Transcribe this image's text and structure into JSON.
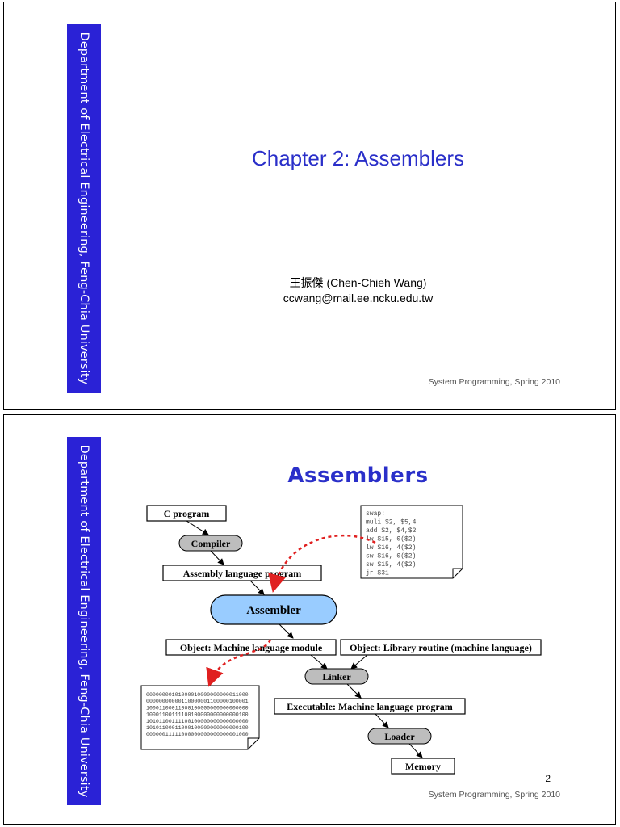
{
  "sidebar_text": "Department of Electrical Engineering, Feng-Chia University",
  "footer": "System Programming, Spring 2010",
  "slide1": {
    "title": "Chapter 2: Assemblers",
    "author": "王振傑 (Chen-Chieh Wang)",
    "email": "ccwang@mail.ee.ncku.edu.tw"
  },
  "slide2": {
    "title": "Assemblers",
    "page_number": "2",
    "diagram": {
      "c_program": "C program",
      "compiler": "Compiler",
      "assembly": "Assembly language program",
      "assembler": "Assembler",
      "object_machine": "Object: Machine language module",
      "object_library": "Object: Library routine (machine language)",
      "linker": "Linker",
      "executable": "Executable: Machine language program",
      "loader": "Loader",
      "memory": "Memory",
      "asm_code": [
        "swap:",
        "      muli $2, $5,4",
        "      add  $2, $4,$2",
        "      lw   $15, 0($2)",
        "      lw   $16, 4($2)",
        "      sw   $16, 0($2)",
        "      sw   $15, 4($2)",
        "      jr   $31"
      ],
      "binary": [
        "00000000101000010000000000011000",
        "00000000000110000001100000100001",
        "10001100011000100000000000000000",
        "10001100111100100000000000000100",
        "10101100111100100000000000000000",
        "10101100011000100000000000000100",
        "00000011111000000000000000001000"
      ]
    }
  },
  "colors": {
    "sidebar": "#2a22d6",
    "title": "#2a2fc9",
    "assembler_fill": "#99ccff",
    "pill_fill": "#bdbdbd",
    "dashed_arrow": "#e02020"
  }
}
